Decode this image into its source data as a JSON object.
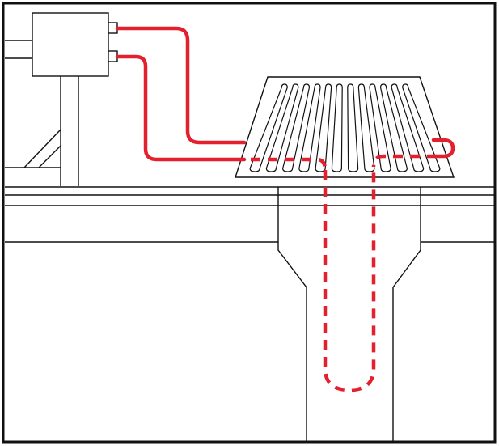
{
  "diagram": {
    "colors": {
      "line": "#111111",
      "background": "#ffffff",
      "heat_cable": "#e5202e"
    },
    "components": {
      "controller_box": "control-box",
      "roof_drain": "roof-drain-grate",
      "downpipe": "drain-pipe",
      "heating_cable": "heat-trace-cable"
    }
  }
}
